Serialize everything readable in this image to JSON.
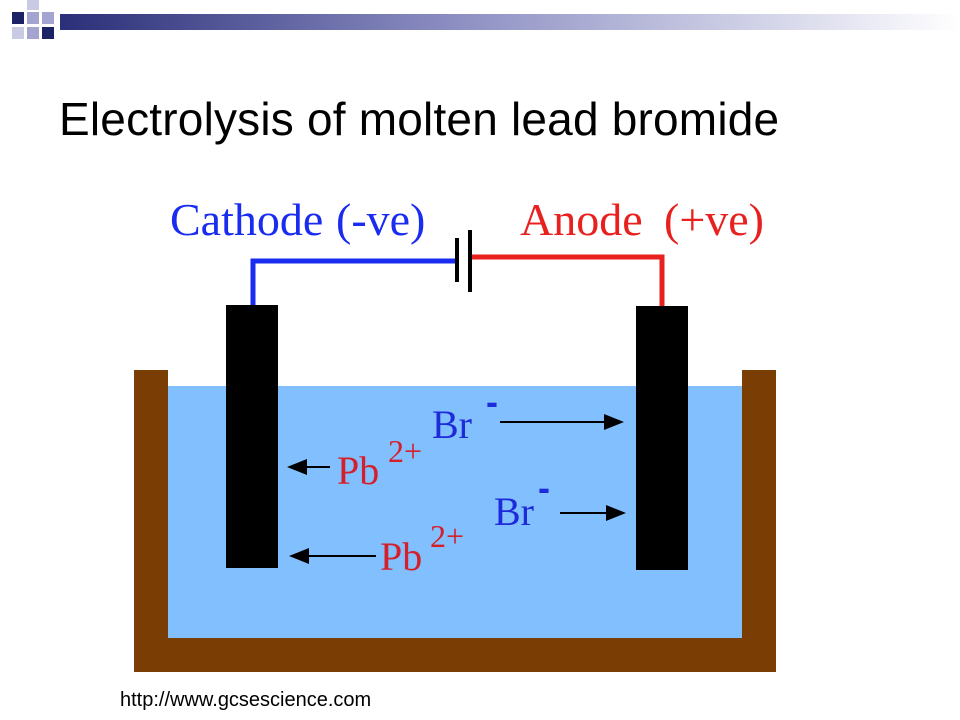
{
  "slide": {
    "title": "Electrolysis of molten lead bromide",
    "source": "http://www.gcsescience.com"
  },
  "diagram": {
    "cathode_label": "Cathode",
    "cathode_sign": "(-ve)",
    "anode_label": "Anode",
    "anode_sign": "(+ve)",
    "ions": [
      {
        "symbol": "Br",
        "charge": "-"
      },
      {
        "symbol": "Pb",
        "charge": "2+"
      },
      {
        "symbol": "Br",
        "charge": "-"
      },
      {
        "symbol": "Pb",
        "charge": "2+"
      }
    ]
  },
  "colors": {
    "cathode_wire": "#1a2cf0",
    "anode_wire": "#e8201e",
    "electrode": "#000000",
    "container": "#7a3e05",
    "molten_liquid": "#82bfff",
    "negative_ion_text": "#1e2bd8",
    "positive_ion_text": "#d4202a",
    "header_navy": "#1c2266",
    "header_lilac": "#9ea0cc"
  },
  "icons": [
    "cathode-electrode-icon",
    "anode-electrode-icon",
    "battery-cell-icon",
    "arrow-icon"
  ]
}
